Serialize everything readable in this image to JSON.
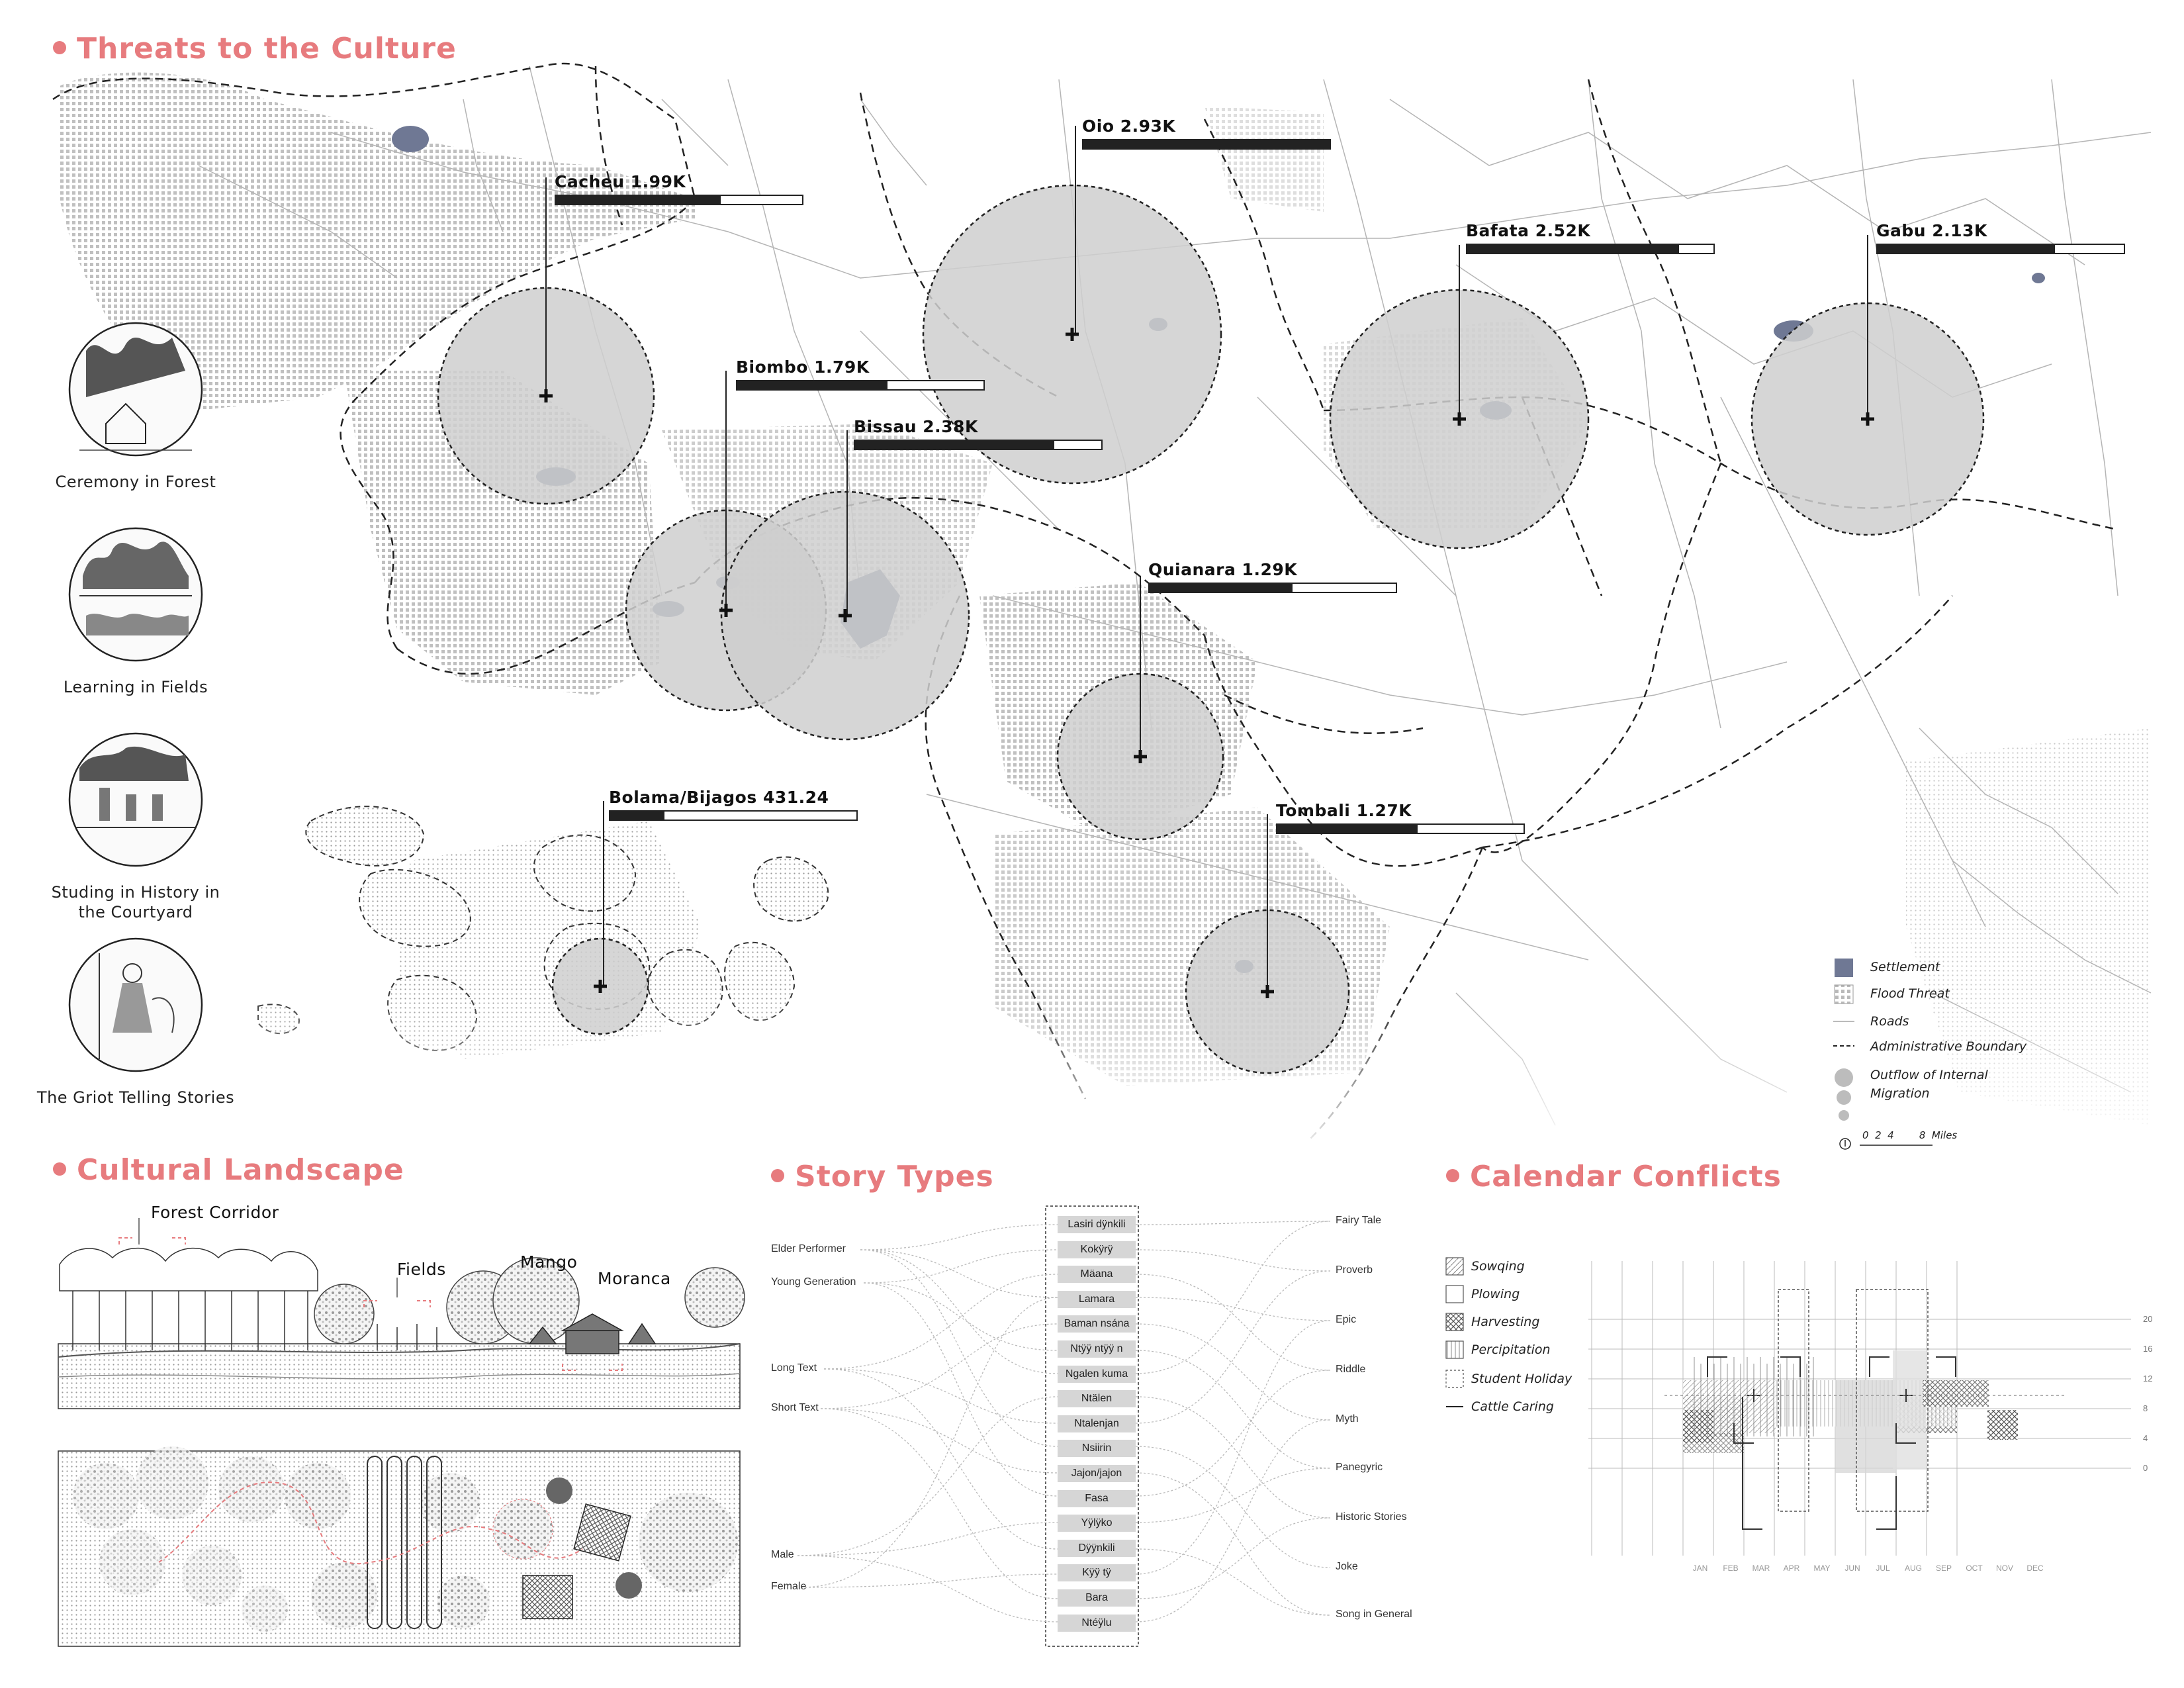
{
  "threats": {
    "title": "Threats to the Culture",
    "cities": [
      {
        "name": "Cacheu 1.99K",
        "ratio": 0.67
      },
      {
        "name": "Oio 2.93K",
        "ratio": 1.0
      },
      {
        "name": "Biombo 1.79K",
        "ratio": 0.61
      },
      {
        "name": "Bissau 2.38K",
        "ratio": 0.81
      },
      {
        "name": "Bafata 2.52K",
        "ratio": 0.86
      },
      {
        "name": "Gabu 2.13K",
        "ratio": 0.72
      },
      {
        "name": "Quianara 1.29K",
        "ratio": 0.58
      },
      {
        "name": "Bolama/Bijagos 431.24",
        "ratio": 0.22
      },
      {
        "name": "Tombali 1.27K",
        "ratio": 0.57
      }
    ],
    "vignettes": [
      {
        "label": "Ceremony in Forest"
      },
      {
        "label": "Learning in Fields"
      },
      {
        "label": "Studing in History in the Courtyard"
      },
      {
        "label": "The Griot Telling Stories"
      }
    ],
    "legend": {
      "settlement": "Settlement",
      "flood": "Flood Threat",
      "roads": "Roads",
      "admin": "Administrative Boundary",
      "outflow": "Outflow of Internal Migration",
      "scale": "0  2  4        8  Miles"
    },
    "colors": {
      "settlement": "#6f7894",
      "accent": "#e77b7e",
      "circle": "#cfcfcf"
    }
  },
  "landscape": {
    "title": "Cultural Landscape",
    "labels": {
      "forest": "Forest Corridor",
      "fields": "Fields",
      "mango": "Mango",
      "moranca": "Moranca"
    }
  },
  "stories": {
    "title": "Story Types",
    "left": [
      "Elder Performer",
      "Young Generation",
      "Long Text",
      "Short Text",
      "Male",
      "Female"
    ],
    "middle": [
      "Lasiri dÿnkili",
      "Kokÿrÿ",
      "Mäana",
      "Lamara",
      "Baman nsána",
      "Ntÿÿ ntÿÿ n",
      "Ngalen kuma",
      "Ntälen",
      "Ntalenjan",
      "Nsiirin",
      "Jajon/jajon",
      "Fasa",
      "Yÿlÿko",
      "Dÿÿnkili",
      "Kÿÿ tÿ",
      "Bara",
      "Ntéÿlu"
    ],
    "right": [
      "Fairy Tale",
      "Proverb",
      "Epic",
      "Riddle",
      "Myth",
      "Panegyric",
      "Historic Stories",
      "Joke",
      "Song in General"
    ]
  },
  "calendar": {
    "title": "Calendar Conflicts",
    "legend": [
      "Sowqing",
      "Plowing",
      "Harvesting",
      "Percipitation",
      "Student Holiday",
      "Cattle Caring"
    ],
    "months": [
      "JAN",
      "FEB",
      "MAR",
      "APR",
      "MAY",
      "JUN",
      "JUL",
      "AUG",
      "SEP",
      "OCT",
      "NOV",
      "DEC"
    ],
    "yticks": [
      "20",
      "16",
      "12",
      "8",
      "4",
      "0"
    ]
  }
}
